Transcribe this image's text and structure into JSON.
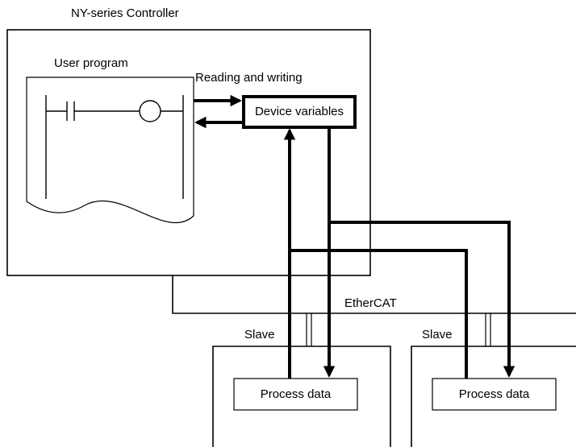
{
  "controller": {
    "title": "NY-series Controller"
  },
  "user_program": {
    "label": "User program"
  },
  "access": {
    "label": "Reading and writing"
  },
  "device_variables": {
    "label": "Device variables"
  },
  "network": {
    "label": "EtherCAT"
  },
  "slaves": [
    {
      "label": "Slave",
      "data_label": "Process data"
    },
    {
      "label": "Slave",
      "data_label": "Process data"
    }
  ]
}
